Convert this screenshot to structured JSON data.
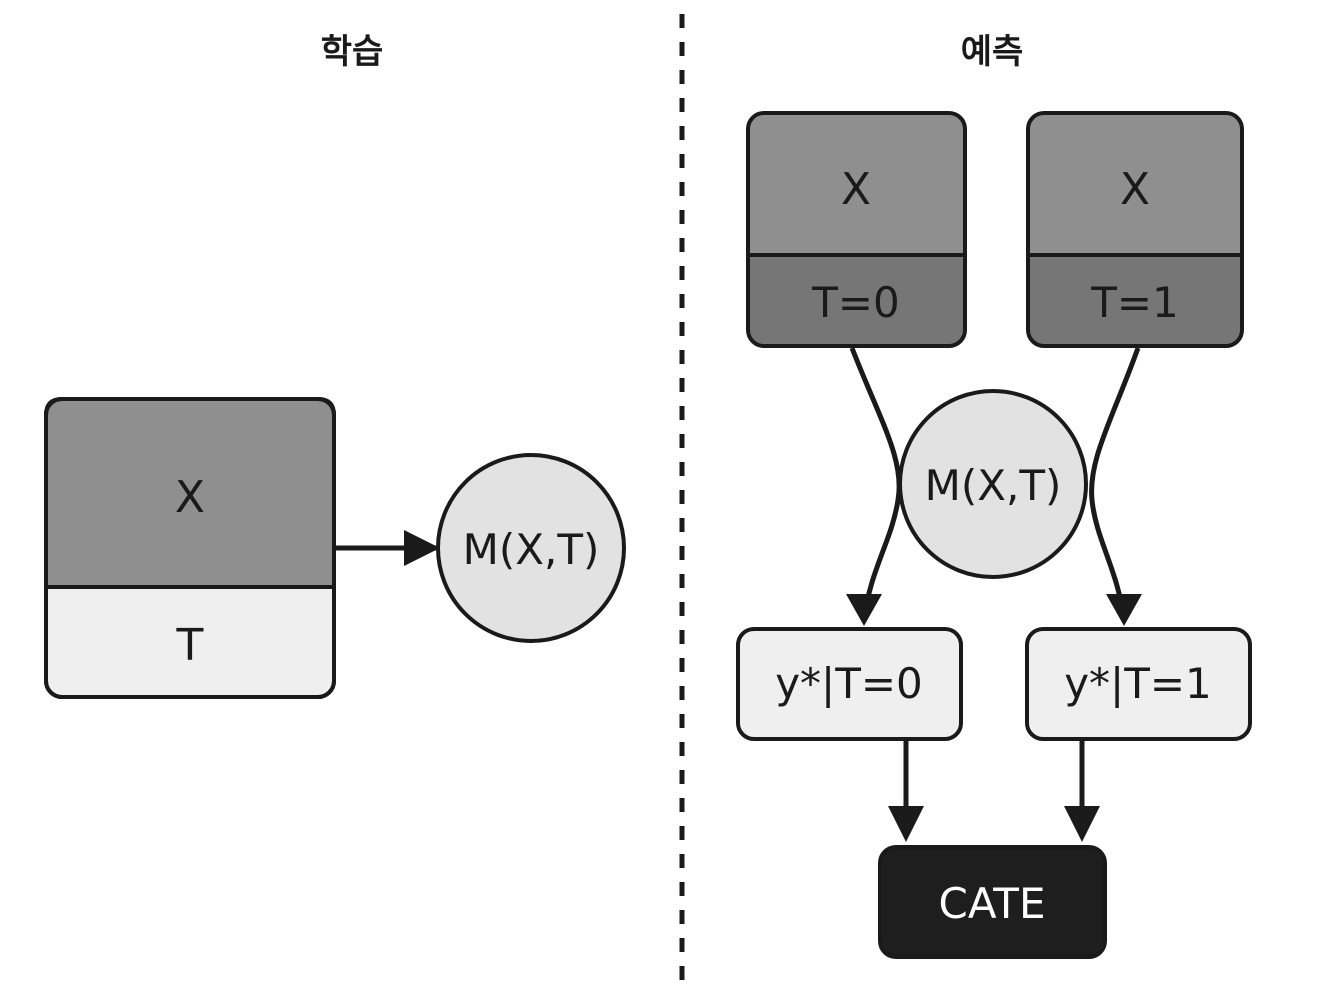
{
  "sections": {
    "train_title": "학습",
    "predict_title": "예측"
  },
  "train": {
    "x_label": "X",
    "t_label": "T",
    "model_label": "M(X,T)"
  },
  "predict": {
    "left_x_label": "X",
    "left_t_label": "T=0",
    "right_x_label": "X",
    "right_t_label": "T=1",
    "model_label": "M(X,T)",
    "left_out_label": "y*|T=0",
    "right_out_label": "y*|T=1",
    "result_label": "CATE"
  },
  "colors": {
    "x_fill": "#8f8f8f",
    "t_dark_fill": "#767676",
    "light_fill": "#efefef",
    "circle_fill": "#e2e2e2",
    "cate_fill": "#1e1e1e",
    "stroke": "#1a1a1a"
  }
}
